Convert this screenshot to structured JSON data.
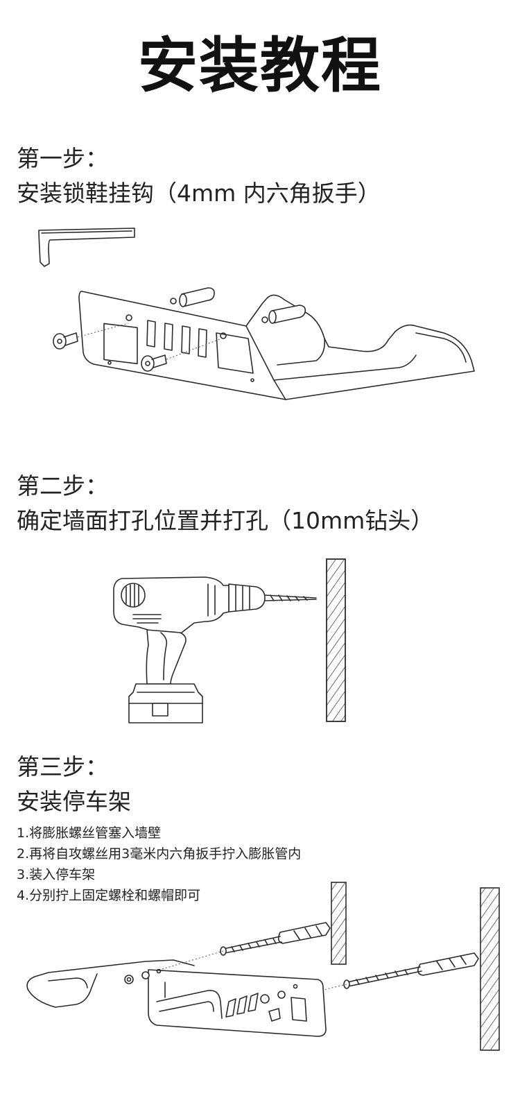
{
  "title": "安装教程",
  "steps": [
    {
      "heading": "第一步：",
      "subtitle": "安装锁鞋挂钩（4mm 内六角扳手）"
    },
    {
      "heading": "第二步：",
      "subtitle": "确定墙面打孔位置并打孔（10mm钻头）"
    },
    {
      "heading": "第三步：",
      "subtitle": "安装停车架",
      "notes": [
        "1.将膨胀螺丝管塞入墙壁",
        "2.再将自攻螺丝用3毫米内六角扳手拧入膨胀管内",
        "3.装入停车架",
        "4.分别拧上固定螺栓和螺帽即可"
      ]
    }
  ],
  "icons": {
    "step1": [
      "hex-key-icon",
      "screw-icon",
      "shoe-hook-peg-icon",
      "bike-stand-bracket-icon"
    ],
    "step2": [
      "power-drill-icon",
      "wall-icon"
    ],
    "step3": [
      "wall-icon",
      "expansion-anchor-icon",
      "self-tapping-screw-icon",
      "bike-stand-bracket-icon"
    ]
  },
  "colors": {
    "text": "#222222",
    "title": "#111111",
    "line": "#2a2a2a",
    "background": "#ffffff"
  }
}
